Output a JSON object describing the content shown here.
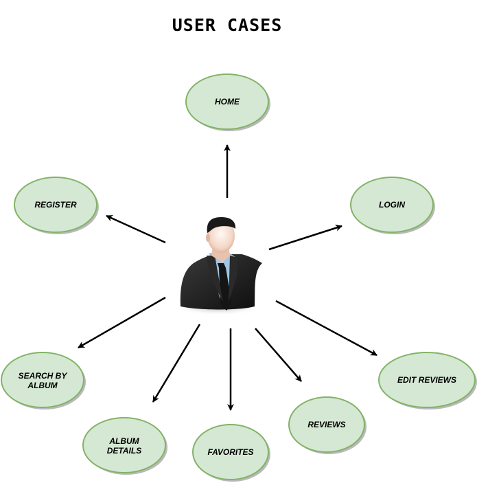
{
  "title": "USER CASES",
  "actor": {
    "icon": "businessman-actor-icon"
  },
  "use_cases": [
    {
      "id": "home",
      "lines": [
        "HOME"
      ]
    },
    {
      "id": "register",
      "lines": [
        "REGISTER"
      ]
    },
    {
      "id": "login",
      "lines": [
        "LOGIN"
      ]
    },
    {
      "id": "search-by-album",
      "lines": [
        "SEARCH BY",
        "ALBUM"
      ]
    },
    {
      "id": "album-details",
      "lines": [
        "ALBUM",
        "DETAILS"
      ]
    },
    {
      "id": "favorites",
      "lines": [
        "FAVORITES"
      ]
    },
    {
      "id": "reviews",
      "lines": [
        "REVIEWS"
      ]
    },
    {
      "id": "edit-reviews",
      "lines": [
        "EDIT REVIEWS"
      ]
    }
  ],
  "colors": {
    "ellipse_fill": "#d5e8d4",
    "ellipse_stroke": "#82b366",
    "ellipse_shadow": "#b9b9b9",
    "arrow": "#000000"
  }
}
